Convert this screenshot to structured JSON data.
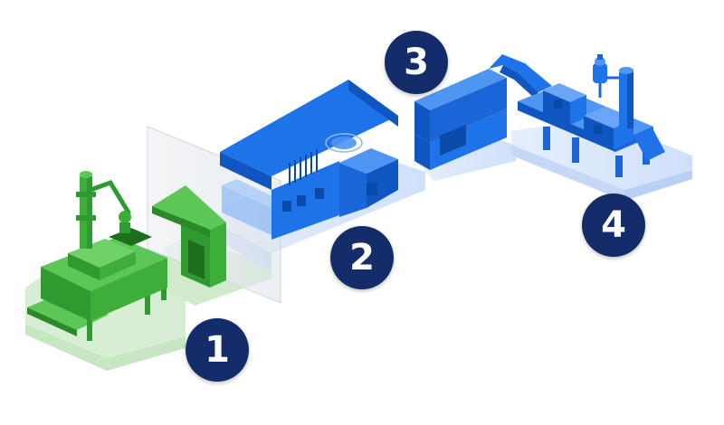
{
  "stations": [
    {
      "label": "1",
      "color": "#3dae3a"
    },
    {
      "label": "2",
      "color": "#1e73e8"
    },
    {
      "label": "3",
      "color": "#1e73e8"
    },
    {
      "label": "4",
      "color": "#1e73e8"
    }
  ],
  "colors": {
    "green_main": "#3dae3a",
    "green_dark": "#2a8a2a",
    "green_light": "#5cc656",
    "green_base": "#d5ecd1",
    "blue_main": "#1e73e8",
    "blue_dark": "#0f56c3",
    "blue_light": "#4f95f2",
    "blue_base": "#dce9fb",
    "badge": "#142d6a",
    "badge_text": "#ffffff"
  }
}
